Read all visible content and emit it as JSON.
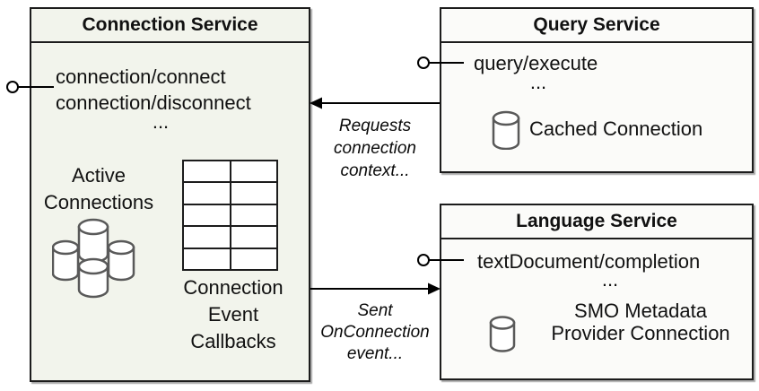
{
  "colors": {
    "background": "#ffffff",
    "box_border": "#1c1c1c",
    "connection_box_fill": "#f2f4ec",
    "service_box_fill": "#fbfbf9",
    "cylinder_stroke": "#595959",
    "arrow": "#000000"
  },
  "connection_service": {
    "title": "Connection Service",
    "method_1": "connection/connect",
    "method_2": "connection/disconnect",
    "ellipsis": "...",
    "active_connections": {
      "line1": "Active",
      "line2": "Connections",
      "icon": "database-cluster-icon"
    },
    "callbacks": {
      "line1": "Connection",
      "line2": "Event",
      "line3": "Callbacks",
      "icon": "table-grid-icon",
      "table": {
        "rows": 5,
        "columns": 2
      }
    },
    "interface_icon": "lollipop-connector-icon"
  },
  "query_service": {
    "title": "Query Service",
    "method_1": "query/execute",
    "ellipsis": "...",
    "cached_connection_label": "Cached Connection",
    "database_icon": "database-icon",
    "interface_icon": "lollipop-connector-icon"
  },
  "language_service": {
    "title": "Language Service",
    "method_1": "textDocument/completion",
    "ellipsis": "...",
    "connection_label_line1": "SMO Metadata",
    "connection_label_line2": "Provider Connection",
    "database_icon": "database-icon",
    "interface_icon": "lollipop-connector-icon"
  },
  "arrows": {
    "requests_connection_context": {
      "line1": "Requests",
      "line2": "connection",
      "line3": "context...",
      "direction": "query-service-to-connection-service"
    },
    "sent_onconnection_event": {
      "line1": "Sent",
      "line2": "OnConnection",
      "line3": "event...",
      "direction": "connection-service-to-language-service"
    }
  }
}
